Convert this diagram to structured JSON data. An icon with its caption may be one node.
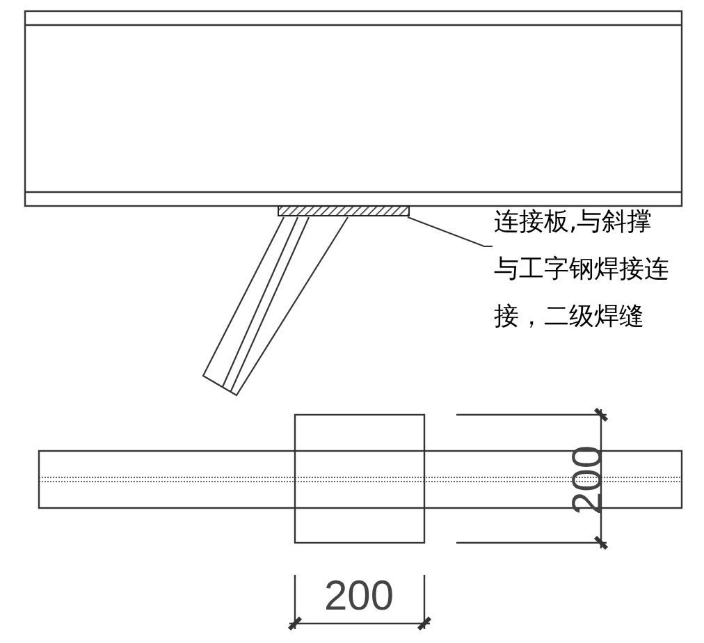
{
  "diagram": {
    "nodes": [
      {
        "text": [
          "连接板,与斜撑与工字钢焊接连接，二级焊缝"
        ]
      },
      {
        "text": [],
        "shape": "bar"
      }
    ],
    "edges": [
      {
        "from": 0,
        "to": 1,
        "arrow": "none"
      }
    ],
    "labels": [
      "200",
      "200"
    ]
  }
}
